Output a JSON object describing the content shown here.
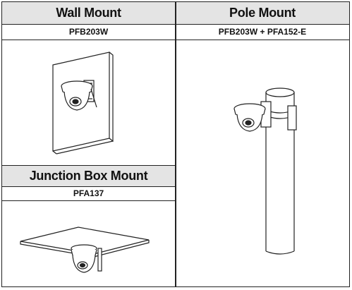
{
  "wall": {
    "title": "Wall Mount",
    "model": "PFB203W"
  },
  "pole": {
    "title": "Pole Mount",
    "model": "PFB203W + PFA152-E"
  },
  "junction": {
    "title": "Junction Box Mount",
    "model": "PFA137"
  },
  "colors": {
    "header_bg": "#e4e4e4",
    "line": "#222222"
  }
}
